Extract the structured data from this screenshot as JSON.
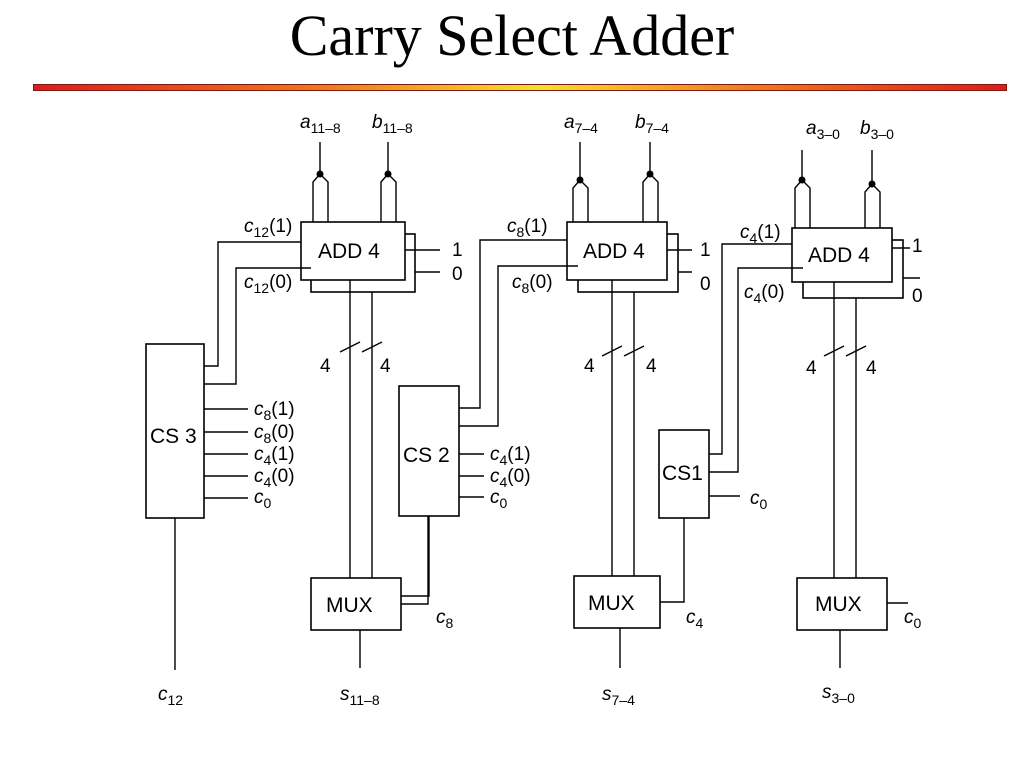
{
  "title": "Carry Select Adder",
  "adders": [
    {
      "label": "ADD 4",
      "carry_in_1": "(1)",
      "carry_in_0": "(0)",
      "carry_in_1_sub": "12",
      "carry_in_0_sub": "12",
      "a_sub": "11–8",
      "b_sub": "11–8",
      "out_1": "1",
      "out_0": "0",
      "width_left": "4",
      "width_right": "4"
    },
    {
      "label": "ADD 4",
      "carry_in_1": "(1)",
      "carry_in_0": "(0)",
      "carry_in_1_sub": "8",
      "carry_in_0_sub": "8",
      "a_sub": "7–4",
      "b_sub": "7–4",
      "out_1": "1",
      "out_0": "0",
      "width_left": "4",
      "width_right": "4"
    },
    {
      "label": "ADD 4",
      "carry_in_1": "(1)",
      "carry_in_0": "(0)",
      "carry_in_1_sub": "4",
      "carry_in_0_sub": "4",
      "a_sub": "3–0",
      "b_sub": "3–0",
      "out_1": "1",
      "out_0": "0",
      "width_left": "4",
      "width_right": "4"
    }
  ],
  "carry_select": [
    {
      "label": "CS 3",
      "inputs": [
        {
          "sub": "8",
          "suffix": "(1)"
        },
        {
          "sub": "8",
          "suffix": "(0)"
        },
        {
          "sub": "4",
          "suffix": "(1)"
        },
        {
          "sub": "4",
          "suffix": "(0)"
        },
        {
          "sub": "0",
          "suffix": ""
        }
      ]
    },
    {
      "label": "CS 2",
      "inputs": [
        {
          "sub": "4",
          "suffix": "(1)"
        },
        {
          "sub": "4",
          "suffix": "(0)"
        },
        {
          "sub": "0",
          "suffix": ""
        }
      ]
    },
    {
      "label": "CS1",
      "inputs": [
        {
          "sub": "0",
          "suffix": ""
        }
      ]
    }
  ],
  "muxes": [
    {
      "label": "MUX",
      "select_sub": "8",
      "out_sub": "11–8"
    },
    {
      "label": "MUX",
      "select_sub": "4",
      "out_sub": "7–4"
    },
    {
      "label": "MUX",
      "select_sub": "0",
      "out_sub": "3–0"
    }
  ],
  "carry_out": {
    "sub": "12"
  },
  "signal_letters": {
    "a": "a",
    "b": "b",
    "c": "c",
    "s": "s"
  }
}
